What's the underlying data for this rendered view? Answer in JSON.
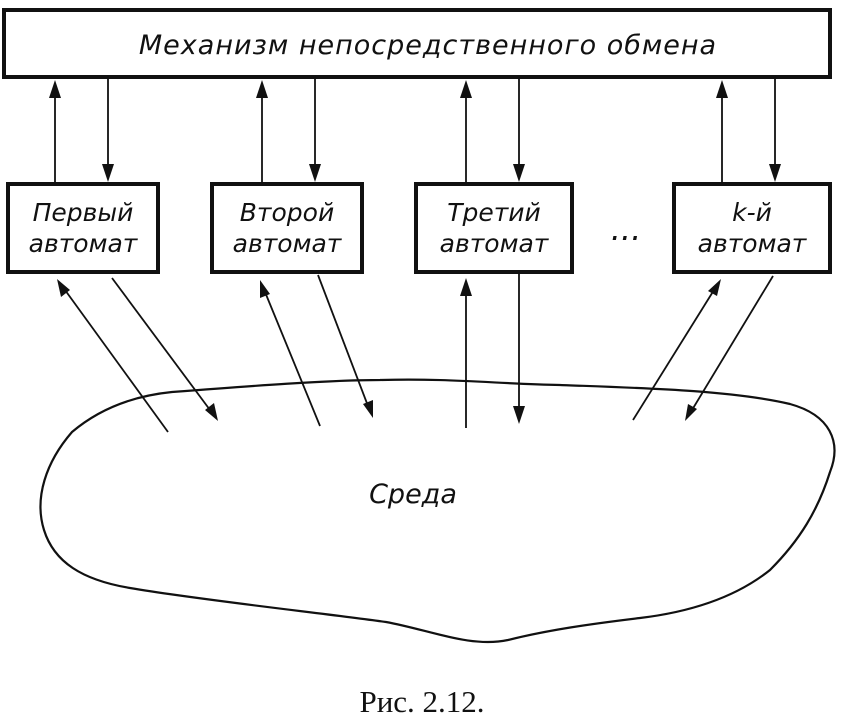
{
  "header": {
    "label": "Механизм непосредственного обмена"
  },
  "automata": [
    {
      "line1": "Первый",
      "line2": "автомат"
    },
    {
      "line1": "Второй",
      "line2": "автомат"
    },
    {
      "line1": "Третий",
      "line2": "автомат"
    },
    {
      "line1": "k-й",
      "line2": "автомат"
    }
  ],
  "ellipsis": "...",
  "environment": {
    "label": "Среда"
  },
  "caption": "Рис. 2.12."
}
